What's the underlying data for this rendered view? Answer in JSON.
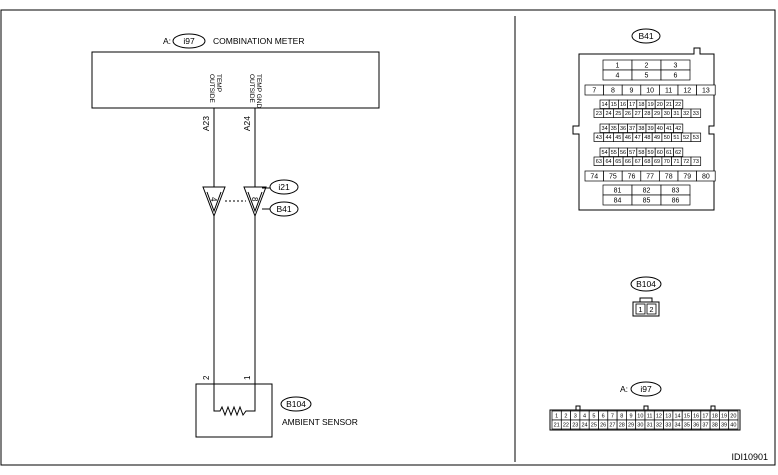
{
  "figure_id": "IDI10901",
  "meter": {
    "prefix": "A:",
    "code": "i97",
    "name": "COMBINATION METER"
  },
  "signals": [
    {
      "name_line1": "OUTSIDE",
      "name_line2": "TEMP",
      "pin": "A23",
      "connector_pin": "4"
    },
    {
      "name_line1": "OUTSIDE",
      "name_line2": "TEMP GND",
      "pin": "A24",
      "connector_pin": "8"
    }
  ],
  "inline_connectors": [
    "i21",
    "B41"
  ],
  "sensor": {
    "code": "B104",
    "name": "AMBIENT SENSOR",
    "pins": [
      "2",
      "1"
    ]
  },
  "b41_connector": {
    "label": "B41",
    "rows": [
      [
        "1",
        "2",
        "3"
      ],
      [
        "4",
        "5",
        "6"
      ],
      [
        "7",
        "8",
        "9",
        "10",
        "11",
        "12",
        "13"
      ],
      [
        "14",
        "15",
        "16",
        "17",
        "18",
        "19",
        "20",
        "21",
        "22"
      ],
      [
        "23",
        "24",
        "25",
        "26",
        "27",
        "28",
        "29",
        "30",
        "31",
        "32",
        "33"
      ],
      [
        "34",
        "35",
        "36",
        "37",
        "38",
        "39",
        "40",
        "41",
        "42"
      ],
      [
        "43",
        "44",
        "45",
        "46",
        "47",
        "48",
        "49",
        "50",
        "51",
        "52",
        "53"
      ],
      [
        "54",
        "55",
        "56",
        "57",
        "58",
        "59",
        "60",
        "61",
        "62"
      ],
      [
        "63",
        "64",
        "65",
        "66",
        "67",
        "68",
        "69",
        "70",
        "71",
        "72",
        "73"
      ],
      [
        "74",
        "75",
        "76",
        "77",
        "78",
        "79",
        "80"
      ],
      [
        "81",
        "82",
        "83"
      ],
      [
        "84",
        "85",
        "86"
      ]
    ]
  },
  "b104_connector": {
    "label": "B104",
    "pins": [
      "1",
      "2"
    ]
  },
  "i97_connector": {
    "prefix": "A:",
    "label": "i97",
    "rows": [
      [
        "1",
        "2",
        "3",
        "4",
        "5",
        "6",
        "7",
        "8",
        "9",
        "10",
        "11",
        "12",
        "13",
        "14",
        "15",
        "16",
        "17",
        "18",
        "19",
        "20"
      ],
      [
        "21",
        "22",
        "23",
        "24",
        "25",
        "26",
        "27",
        "28",
        "29",
        "30",
        "31",
        "32",
        "33",
        "34",
        "35",
        "36",
        "37",
        "38",
        "39",
        "40"
      ]
    ]
  }
}
